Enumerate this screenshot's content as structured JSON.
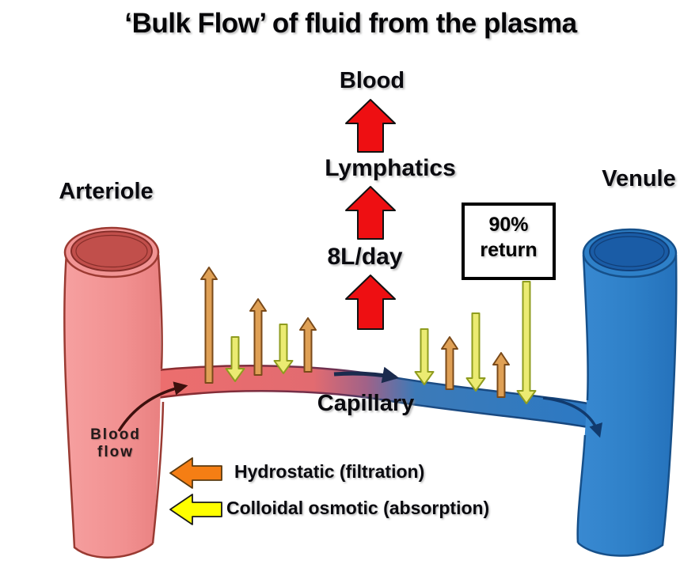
{
  "title": "‘Bulk Flow’  of fluid from the plasma",
  "flow_chain": {
    "blood": "Blood",
    "lymphatics": "Lymphatics",
    "rate": "8L/day"
  },
  "return_box": {
    "line1": "90%",
    "line2": "return"
  },
  "vessels": {
    "arteriole": "Arteriole",
    "venule": "Venule",
    "capillary": "Capillary",
    "blood_flow_line1": "Blood",
    "blood_flow_line2": "flow"
  },
  "legend": {
    "hydrostatic": {
      "label": "Hydrostatic (filtration)",
      "arrow_color": "#f57e14",
      "direction": "left"
    },
    "colloidal": {
      "label": "Colloidal osmotic (absorption)",
      "arrow_color": "#ffff00",
      "direction": "left"
    }
  },
  "capillary_arrows": {
    "filtration": {
      "direction": "up",
      "color": "#dfa055",
      "count": 5
    },
    "absorption": {
      "direction": "down",
      "color": "#ebeb72",
      "count": 5
    }
  },
  "colors": {
    "lymph_arrow_red": "#ee0f12",
    "arteriole_pink": "#f19090",
    "arteriole_lumen": "#c14f4b",
    "venule_blue": "#2e80c8",
    "venule_lumen": "#1a5ca6",
    "capillary_arterial_end": "#ec6e6e",
    "capillary_venous_end": "#2b79c4"
  }
}
